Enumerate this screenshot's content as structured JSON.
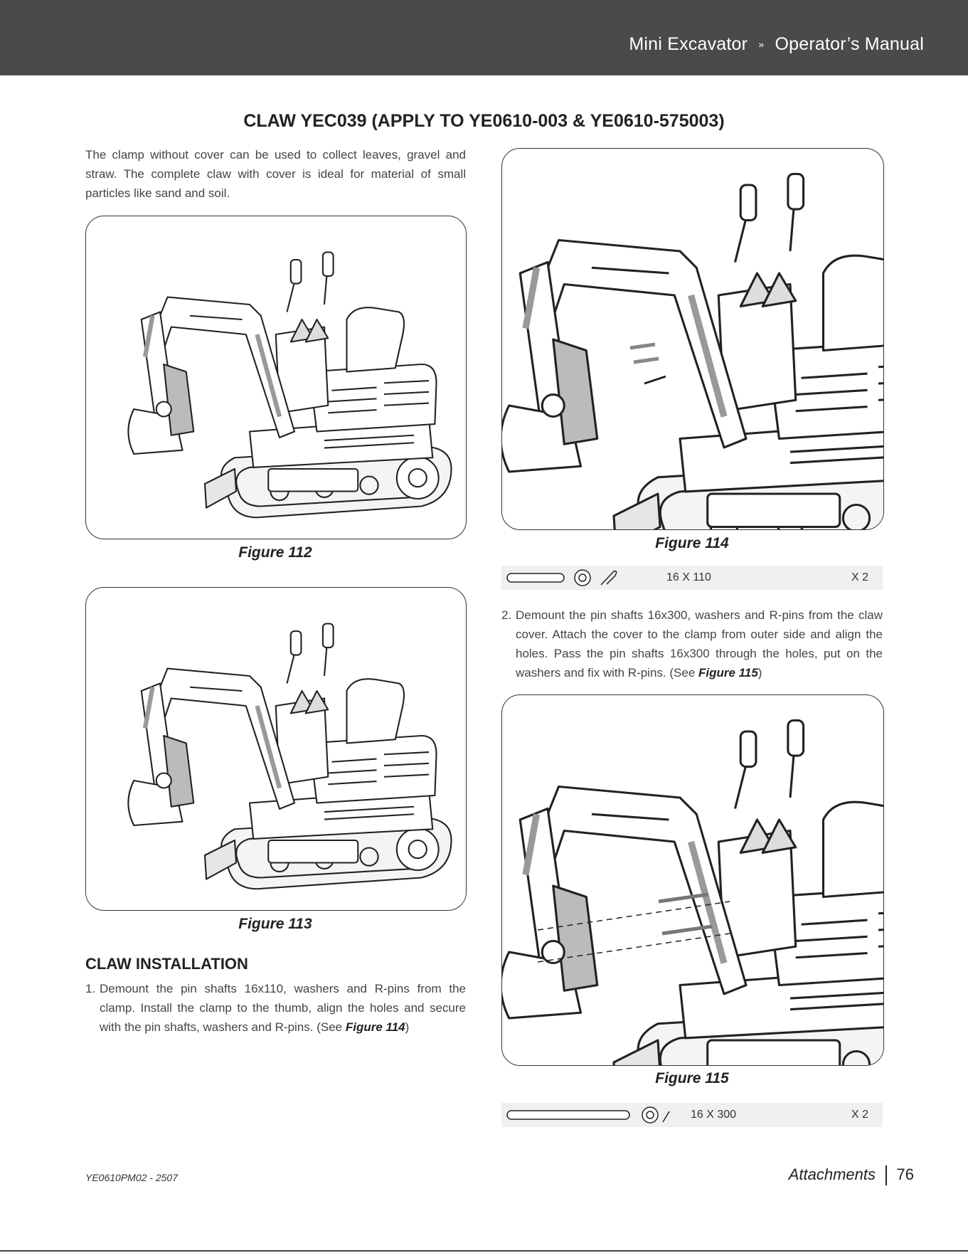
{
  "header": {
    "product": "Mini Excavator",
    "separator": "»",
    "manual": "Operator’s Manual"
  },
  "title": "CLAW YEC039 (APPLY TO YE0610-003 & YE0610-575003)",
  "intro": "The clamp without cover can be used to collect leaves, gravel and straw.  The complete claw with cover is ideal for material of small particles like sand and soil.",
  "figures": {
    "f112": "Figure 112",
    "f113": "Figure 113",
    "f114": "Figure 114",
    "f115": "Figure 115"
  },
  "section_title": "CLAW INSTALLATION",
  "steps": [
    {
      "num": "1.",
      "text": "Demount the pin shafts 16x110, washers and R-pins from the clamp. Install the clamp to the thumb, align the holes and secure with the pin shafts, washers and R-pins. (See ",
      "ref": "Figure 114",
      "end": ")"
    },
    {
      "num": "2.",
      "text": "Demount the pin shafts 16x300, washers and R-pins from the claw cover.  Attach the cover to the clamp from outer side and align the holes. Pass the pin shafts 16x300 through the holes, put on the washers and fix with R-pins. (See ",
      "ref": "Figure 115",
      "end": ")"
    }
  ],
  "parts": [
    {
      "size": "16 X 110",
      "qty": "X 2"
    },
    {
      "size": "16 X 300",
      "qty": "X 2"
    }
  ],
  "footer": {
    "doc_code": "YE0610PM02 - 2507",
    "section": "Attachments",
    "page": "76"
  }
}
